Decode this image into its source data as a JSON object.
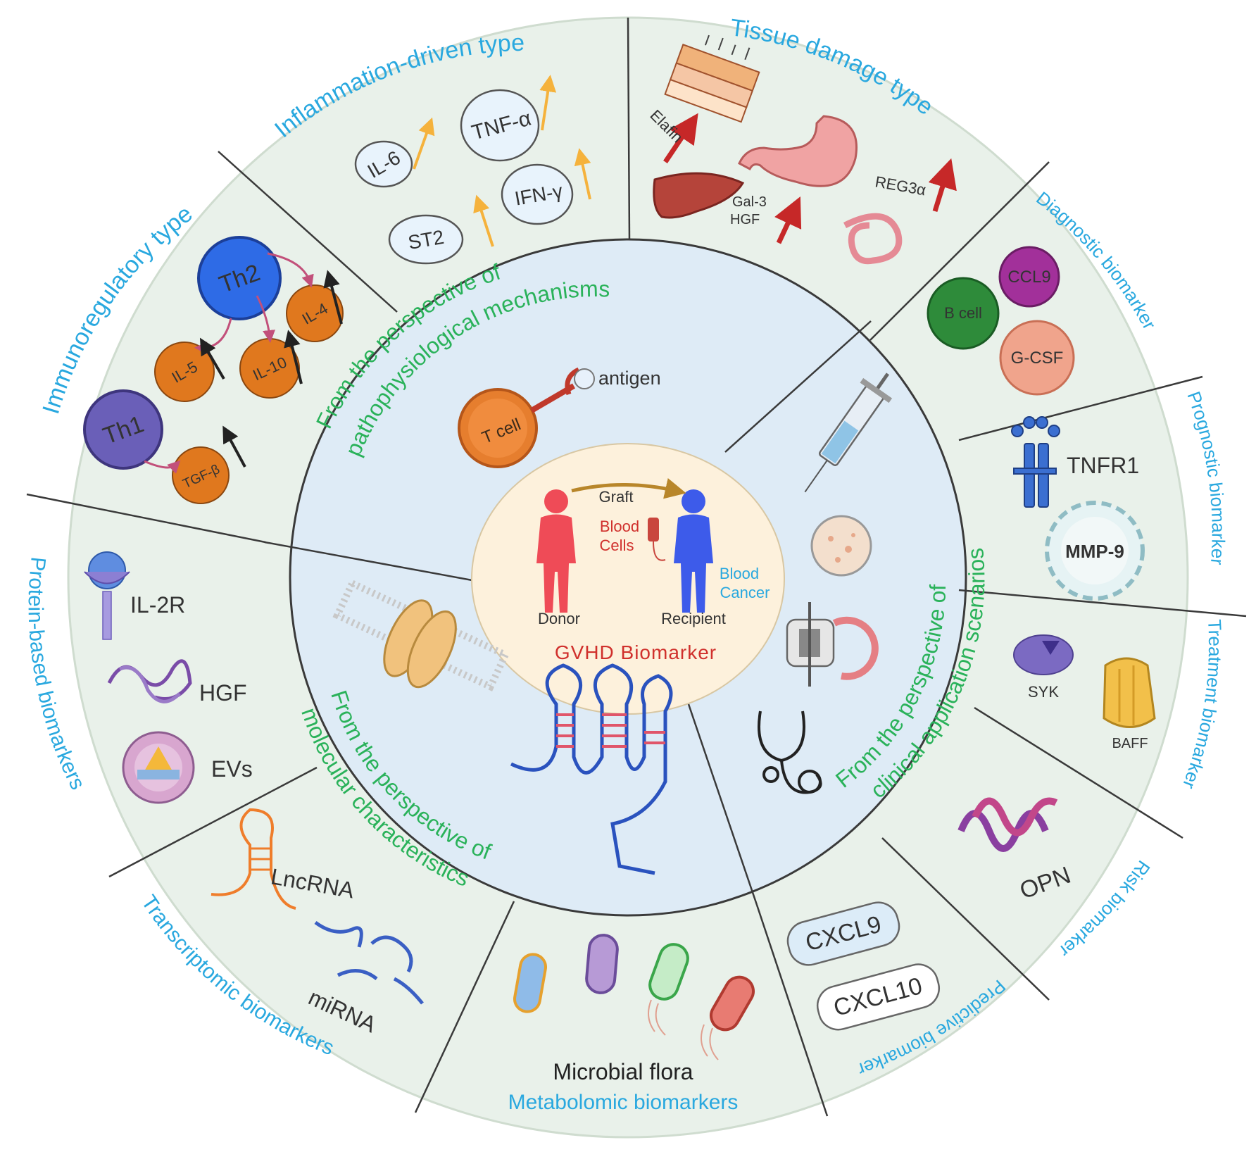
{
  "center": {
    "graft": "Graft",
    "blood_cells": [
      "Blood",
      "Cells"
    ],
    "blood_cancer": [
      "Blood",
      "Cancer"
    ],
    "donor": "Donor",
    "recipient": "Recipient",
    "title": "GVHD Biomarker"
  },
  "perspectives": {
    "pathophysiological": [
      "From the perspective of",
      "pathophysiological mechanisms"
    ],
    "clinical": [
      "From the perspective of",
      "clinical application scenarios"
    ],
    "molecular": [
      "From the perspective of",
      "molecular characteristics"
    ]
  },
  "pathophys_inner": {
    "t_cell": "T cell",
    "antigen": "antigen"
  },
  "segments": {
    "inflammation": {
      "title": "Inflammation-driven type",
      "items": [
        "IL-6",
        "TNF-α",
        "IFN-γ",
        "ST2"
      ]
    },
    "tissue": {
      "title": "Tissue damage type",
      "elafin": "Elafin",
      "gal3": "Gal-3",
      "hgf": "HGF",
      "reg3a": "REG3α"
    },
    "immunoregulatory": {
      "title": "Immunoregulatory type",
      "th1": "Th1",
      "th2": "Th2",
      "il4": "IL-4",
      "il5": "IL-5",
      "il10": "IL-10",
      "tgfb": "TGF-β"
    },
    "diagnostic": {
      "title": "Diagnostic biomarker",
      "b_cell": "B cell",
      "ccl9": "CCL9",
      "gcsf": "G-CSF"
    },
    "prognostic": {
      "title": "Prognostic biomarker",
      "tnfr1": "TNFR1",
      "mmp9": "MMP-9"
    },
    "treatment": {
      "title": "Treatment biomarker",
      "syk": "SYK",
      "baff": "BAFF"
    },
    "risk": {
      "title": "Risk biomarker",
      "opn": "OPN"
    },
    "predictive": {
      "title": "Predictive biomarker",
      "cxcl9": "CXCL9",
      "cxcl10": "CXCL10"
    },
    "protein": {
      "title": "Protein-based biomarkers",
      "il2r": "IL-2R",
      "hgf": "HGF",
      "evs": "EVs"
    },
    "transcriptomic": {
      "title": "Transcriptomic biomarkers",
      "lncrna": "LncRNA",
      "mirna": "miRNA"
    },
    "metabolomic": {
      "title": "Metabolomic biomarkers",
      "microbial": "Microbial  flora"
    }
  },
  "colors": {
    "outer_ring": "#e9f1ea",
    "middle_ring": "#deebf6",
    "core": "#fdf1dc",
    "segment_title": "#29a8df",
    "perspective_text": "#2ab25a",
    "up_arrow_orange": "#f5b23c",
    "up_arrow_red": "#c62828",
    "red_label": "#d0302c"
  }
}
